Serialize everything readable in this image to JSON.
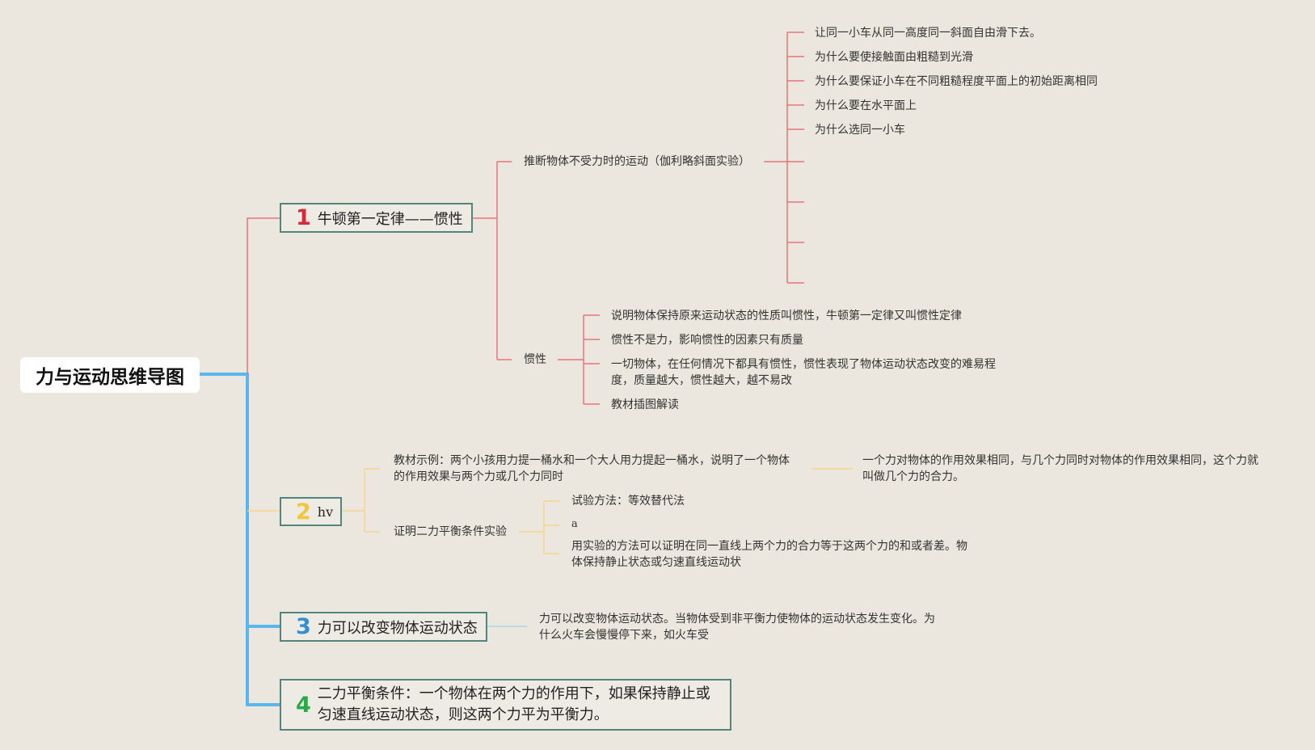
{
  "root": {
    "title": "力与运动思维导图"
  },
  "colors": {
    "trunk": "#5ab6ee",
    "branch1": "#e8747c",
    "branch2": "#f6d48c",
    "branch3": "#a8d8e8",
    "num1": "#d9283b",
    "num2": "#f3c53a",
    "num3": "#2f8fd7",
    "num4": "#2aa84a",
    "node_border": "#52857b"
  },
  "branches": [
    {
      "num": "1",
      "label": "牛顿第一定律——惯性"
    },
    {
      "num": "2",
      "label": "hv"
    },
    {
      "num": "3",
      "label": "力可以改变物体运动状态"
    },
    {
      "num": "4",
      "label": "二力平衡条件：一个物体在两个力的作用下，如果保持静止或匀速直线运动状态，则这两个力平为平衡力。"
    }
  ],
  "b1": {
    "galileo": {
      "label": "推断物体不受力时的运动（伽利略斜面实验）",
      "items": [
        "让同一小车从同一高度同一斜面自由滑下去。",
        "为什么要使接触面由粗糙到光滑",
        "为什么要保证小车在不同粗糙程度平面上的初始距离相同",
        "为什么要在水平面上",
        "为什么选同一小车"
      ]
    },
    "inertia": {
      "label": "惯性",
      "items": [
        "说明物体保持原来运动状态的性质叫惯性，牛顿第一定律又叫惯性定律",
        "惯性不是力，影响惯性的因素只有质量",
        "一切物体，在任何情况下都具有惯性，惯性表现了物体运动状态改变的难易程度，质量越大，惯性越大，越不易改",
        "教材插图解读"
      ]
    }
  },
  "b2": {
    "example": {
      "label": "教材示例：两个小孩用力提一桶水和一个大人用力提起一桶水，说明了一个物体的作用效果与两个力或几个力同时",
      "detail": "一个力对物体的作用效果相同，与几个力同时对物体的作用效果相同，这个力就叫做几个力的合力。"
    },
    "proof": {
      "label": "证明二力平衡条件实验",
      "items": [
        "试验方法：等效替代法",
        "a",
        "用实验的方法可以证明在同一直线上两个力的合力等于这两个力的和或者差。物体保持静止状态或匀速直线运动状"
      ]
    }
  },
  "b3": {
    "detail": "力可以改变物体运动状态。当物体受到非平衡力使物体的运动状态发生变化。为什么火车会慢慢停下来，如火车受"
  }
}
